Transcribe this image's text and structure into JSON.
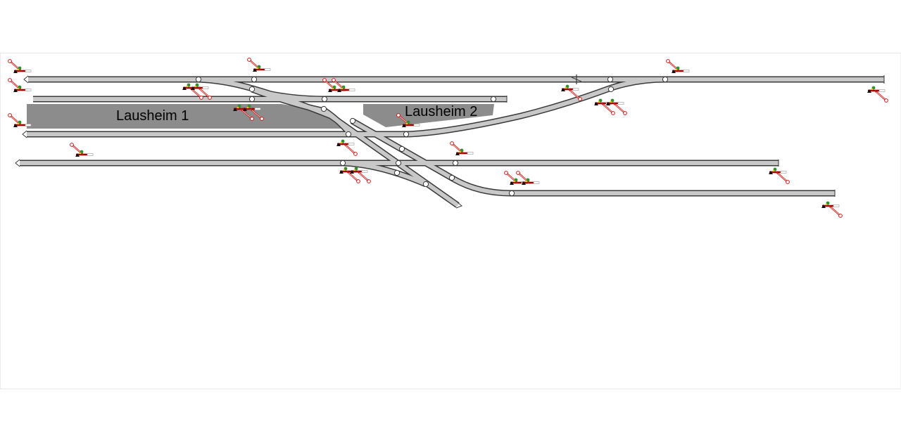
{
  "station": {
    "platforms": [
      {
        "id": "platform-1",
        "label": "Lausheim 1"
      },
      {
        "id": "platform-2",
        "label": "Lausheim 2"
      }
    ]
  },
  "colors": {
    "canvas": "#ffffff",
    "track_fill": "#c8c8c8",
    "track_edge": "#3a3a3a",
    "platform": "#8c8c8c",
    "signal_red": "#d01818",
    "signal_dark_red": "#9a0000",
    "signal_green": "#2f8f2f",
    "signal_yellow": "#e6c600",
    "marker": "#ffffff"
  }
}
